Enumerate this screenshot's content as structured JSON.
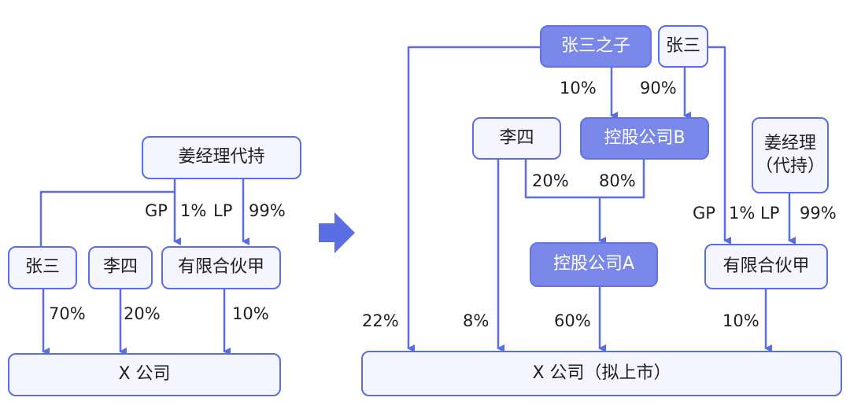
{
  "left": {
    "nodes": {
      "jiang_proxy": "姜经理代持",
      "zhang_san": "张三",
      "li_si": "李四",
      "partnership": "有限合伙甲",
      "company_x": "X 公司"
    },
    "labels": {
      "gp": "GP",
      "gp_pct": "1%",
      "lp": "LP",
      "lp_pct": "99%",
      "zhang_pct": "70%",
      "li_pct": "20%",
      "partnership_pct": "10%"
    }
  },
  "arrow": {
    "icon": "right-arrow-icon",
    "color": "#5b6ee1"
  },
  "right": {
    "nodes": {
      "zhang_son": "张三之子",
      "zhang_san": "张三",
      "li_si": "李四",
      "holding_b": "控股公司B",
      "jiang": "姜经理\n（代持）",
      "holding_a": "控股公司A",
      "partnership": "有限合伙甲",
      "company_x": "X 公司（拟上市）"
    },
    "labels": {
      "son_pct": "10%",
      "zhang_pct": "90%",
      "li_b_pct": "20%",
      "b_pct": "80%",
      "gp": "GP",
      "gp_pct": "1%",
      "lp": "LP",
      "lp_pct": "99%",
      "son_direct_pct": "22%",
      "li_direct_pct": "8%",
      "a_pct": "60%",
      "partnership_pct": "10%"
    }
  },
  "colors": {
    "accent": "#5b6ee1",
    "node_fill": "#f4f5ff",
    "dark_fill": "#7a88ea"
  }
}
